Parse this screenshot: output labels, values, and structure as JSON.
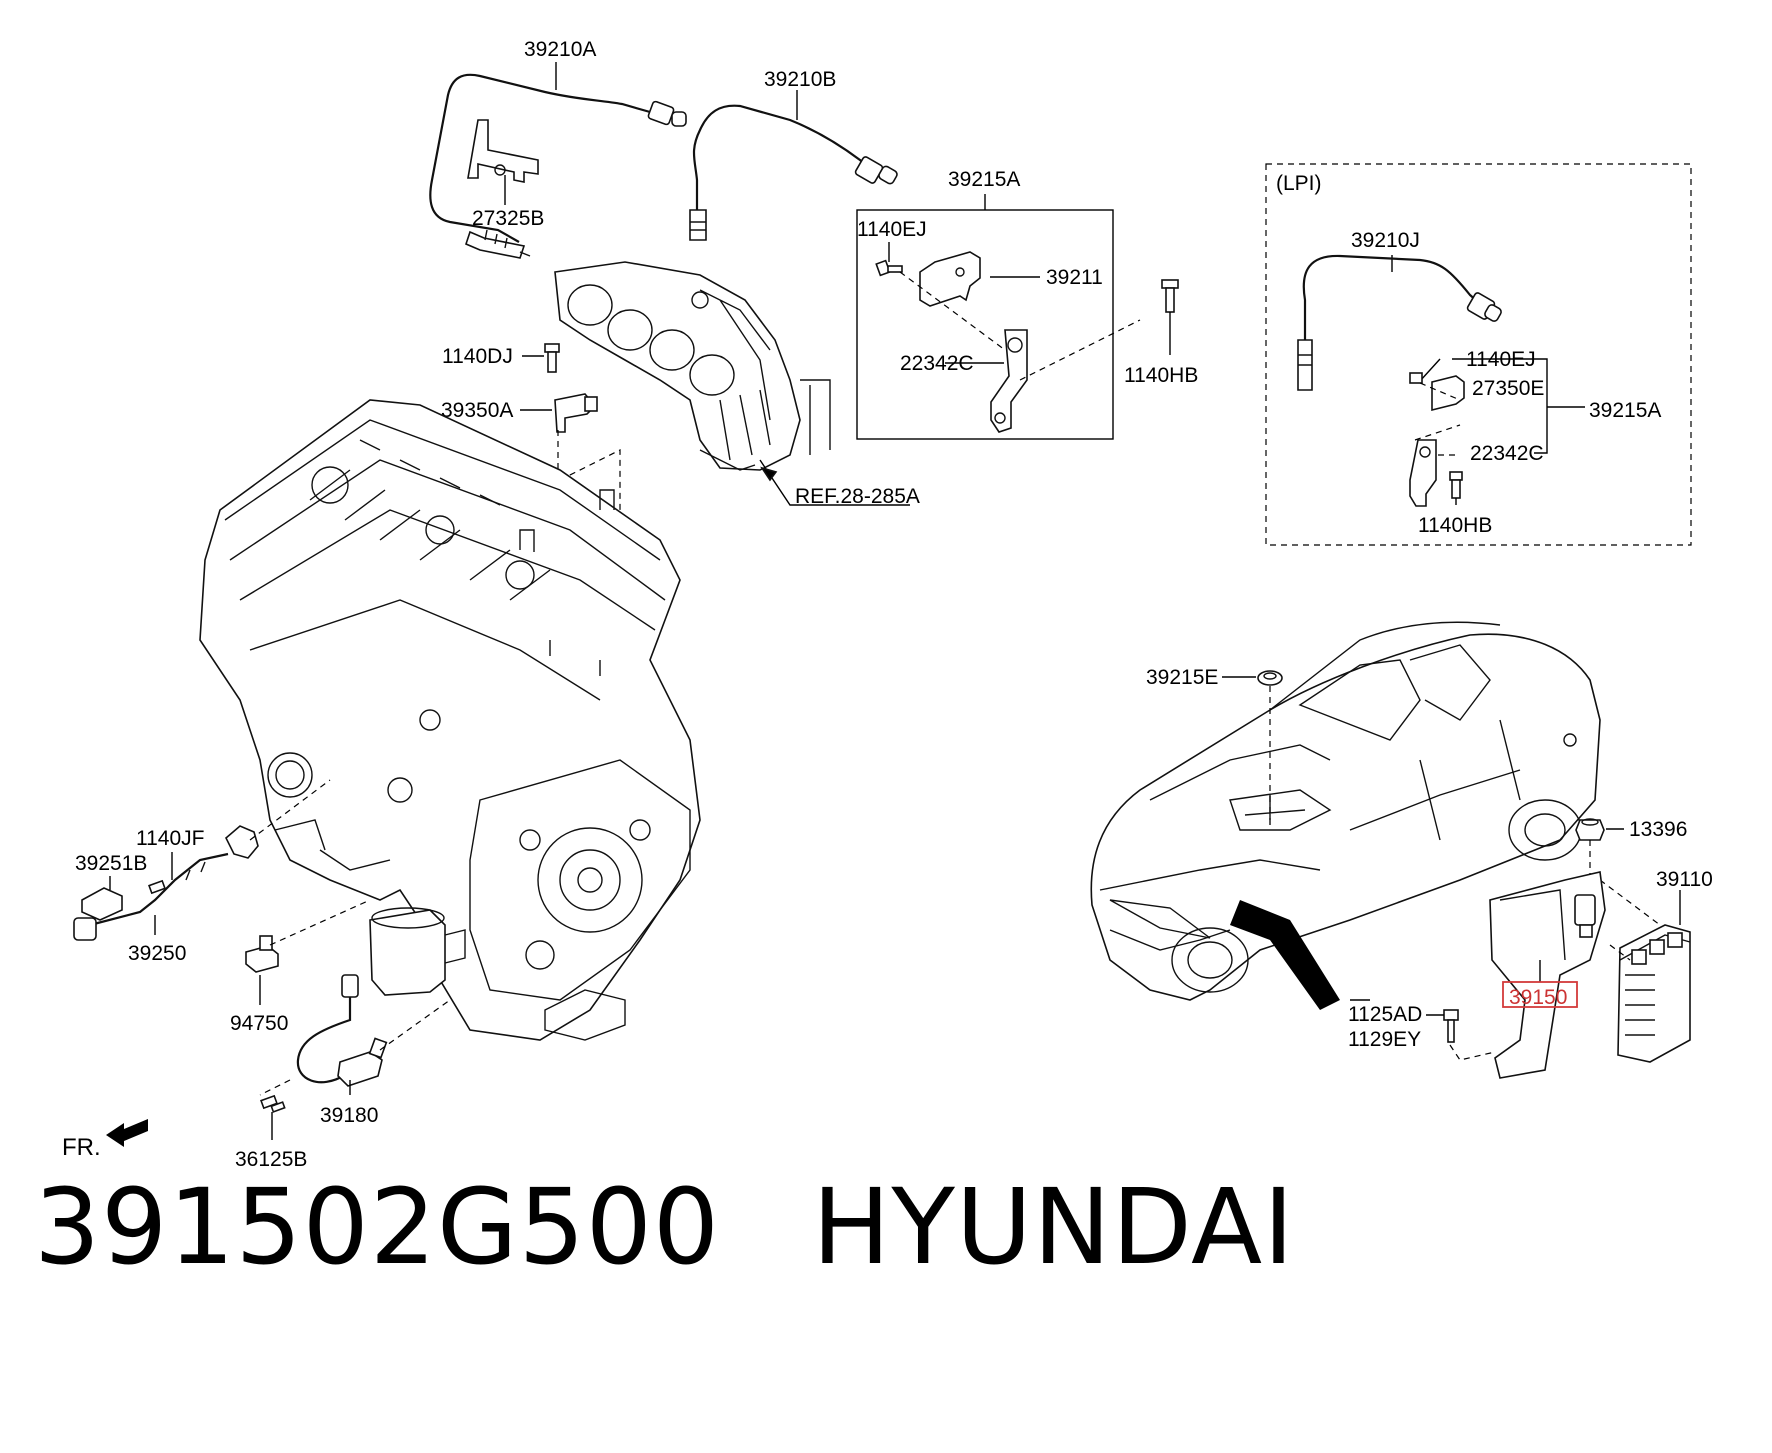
{
  "diagram": {
    "labels": {
      "p39210A": "39210A",
      "p39210B": "39210B",
      "p27325B": "27325B",
      "p39215A_top": "39215A",
      "p1140EJ_top": "1140EJ",
      "p39211": "39211",
      "p22342C_top": "22342C",
      "p1140HB_top": "1140HB",
      "p1140DJ": "1140DJ",
      "p39350A": "39350A",
      "ref": "REF.28-285A",
      "lpi": "(LPI)",
      "p39210J": "39210J",
      "p1140EJ_lpi": "1140EJ",
      "p27350E": "27350E",
      "p39215A_lpi": "39215A",
      "p22342C_lpi": "22342C",
      "p1140HB_lpi": "1140HB",
      "p39215E": "39215E",
      "p13396": "13396",
      "p39110": "39110",
      "p39150": "39150",
      "p1125AD": "1125AD",
      "p1129EY": "1129EY",
      "p1140JF": "1140JF",
      "p39251B": "39251B",
      "p39250": "39250",
      "p94750": "94750",
      "p39180": "39180",
      "p36125B": "36125B",
      "fr": "FR."
    },
    "highlight_color": "#d33a3a"
  },
  "caption": {
    "part_number": "391502G500",
    "brand": "HYUNDAI"
  }
}
